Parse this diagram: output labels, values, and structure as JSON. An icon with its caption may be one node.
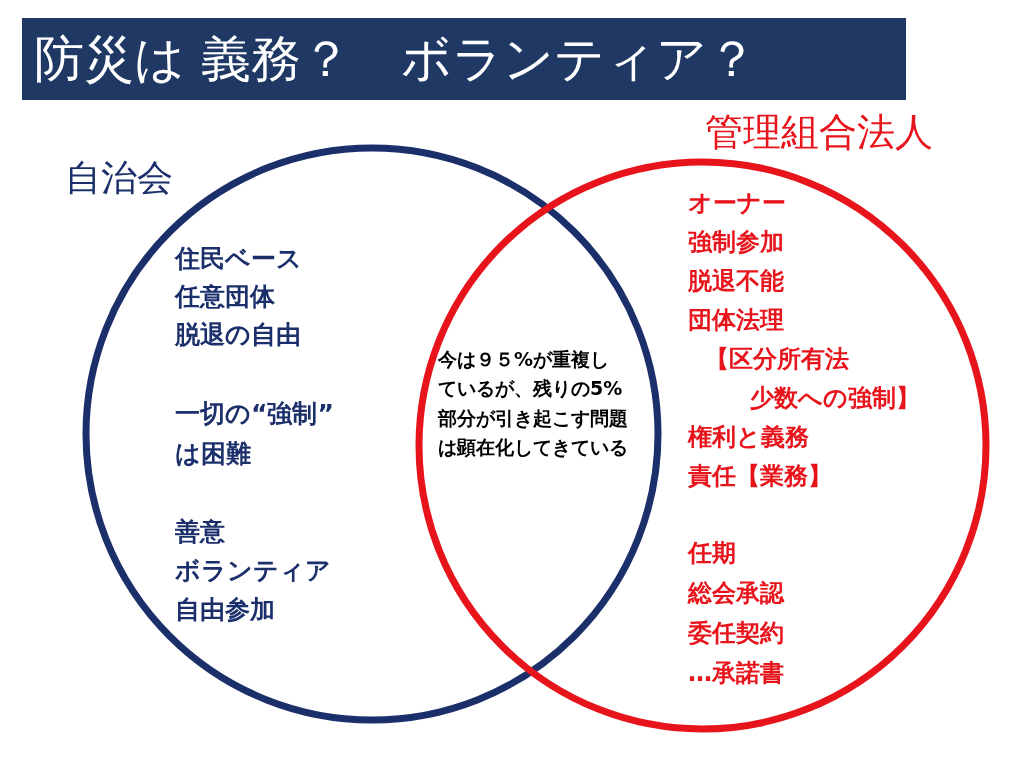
{
  "diagram": {
    "title": "防災は 義務？　ボランティア？",
    "nodes": [
      {
        "text": [
          "自治会",
          "住民ベース",
          "任意団体",
          "脱退の自由",
          "一切の“強制”",
          "は困難",
          "善意",
          "ボランティア",
          "自由参加"
        ]
      },
      {
        "text": [
          "管理組合法人",
          "オーナー",
          "強制参加",
          "脱退不能",
          "団体法理",
          "【区分所有法",
          "少数への強制】",
          "権利と義務",
          "責任【業務】",
          "任期",
          "総会承認",
          "委任契約",
          "…承諾書"
        ]
      }
    ],
    "labels": [
      "今は９５%が重複しているが、残りの5%部分が引き起こす問題は顕在化してきている"
    ]
  }
}
